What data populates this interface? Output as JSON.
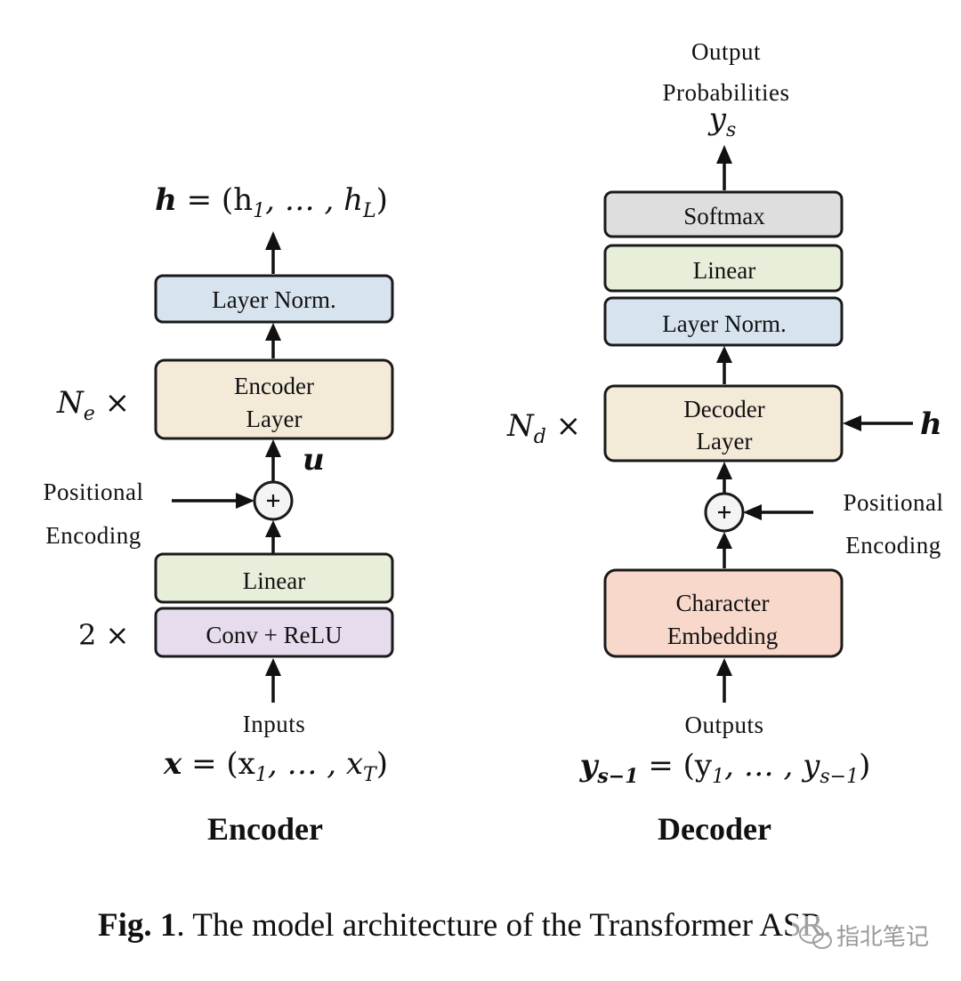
{
  "colors": {
    "layer_norm": "#d7e3ef",
    "encoder_layer": "#f3ead8",
    "linear": "#e7eed9",
    "conv_relu": "#e6dced",
    "softmax": "#dedede",
    "character_embedding": "#f8d8cb"
  },
  "encoder": {
    "title": "Encoder",
    "output": {
      "main": "h",
      "rest": " = (h",
      "s1": "1",
      "mid": ", … , h",
      "s2": "L",
      "close": ")"
    },
    "blocks": {
      "layer_norm": "Layer Norm.",
      "encoder_layer_line1": "Encoder",
      "encoder_layer_line2": "Layer",
      "linear": "Linear",
      "conv_relu": "Conv + ReLU"
    },
    "repeat_main": {
      "var": "N",
      "sub": "e",
      "times": " ×"
    },
    "repeat_conv": "2 ×",
    "u_label": "u",
    "positional_line1": "Positional",
    "positional_line2": "Encoding",
    "inputs_label": "Inputs",
    "input_math": {
      "main": "x",
      "rest": " = (x",
      "s1": "1",
      "mid": ", … , x",
      "s2": "T",
      "close": ")"
    }
  },
  "decoder": {
    "title": "Decoder",
    "output_line1": "Output",
    "output_line2": "Probabilities",
    "output_math": {
      "var": "y",
      "sub": "s"
    },
    "blocks": {
      "softmax": "Softmax",
      "linear": "Linear",
      "layer_norm": "Layer Norm.",
      "decoder_layer_line1": "Decoder",
      "decoder_layer_line2": "Layer",
      "char_emb_line1": "Character",
      "char_emb_line2": "Embedding"
    },
    "repeat_main": {
      "var": "N",
      "sub": "d",
      "times": " ×"
    },
    "h_input": "h",
    "positional_line1": "Positional",
    "positional_line2": "Encoding",
    "outputs_label": "Outputs",
    "output_prev_math": {
      "main": "y",
      "msub": "s−1",
      "rest": " = (y",
      "s1": "1",
      "mid": ", … , y",
      "s2": "s−1",
      "close": ")"
    }
  },
  "caption": {
    "prefix": "Fig. 1",
    "text": ". The model architecture of the Transformer ASR."
  },
  "watermark": "指北笔记"
}
